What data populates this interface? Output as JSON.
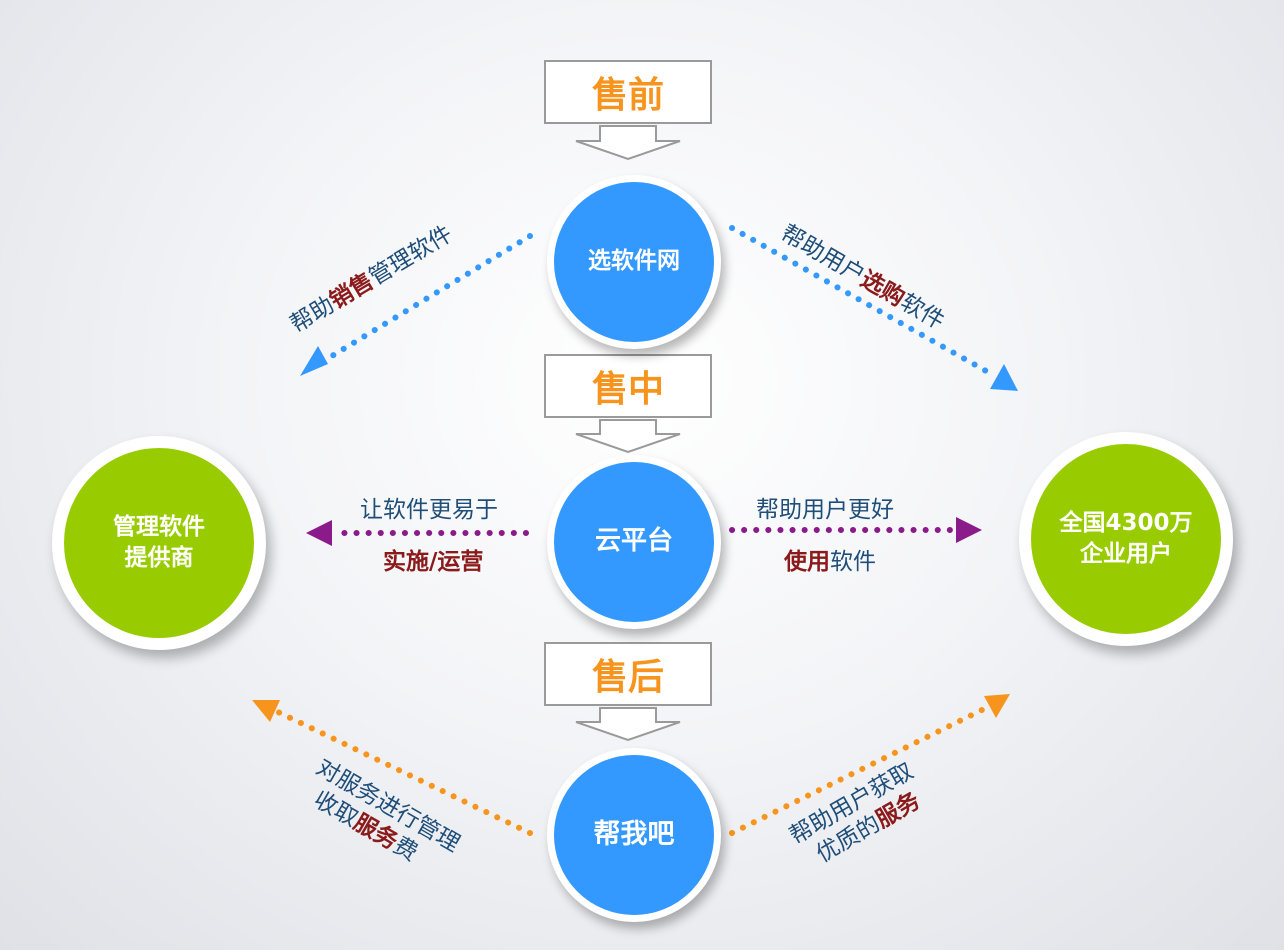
{
  "stages": {
    "pre": "售前",
    "mid": "售中",
    "post": "售后"
  },
  "platforms": {
    "top": "选软件网",
    "middle": "云平台",
    "bottom": "帮我吧"
  },
  "parties": {
    "provider": "管理软件\n提供商",
    "users": "全国4300万\n企业用户"
  },
  "links": {
    "top_left": {
      "pre": "帮助",
      "hl": "销售",
      "post": "管理软件"
    },
    "top_right": {
      "pre": "帮助用户",
      "hl": "选购",
      "post": "软件"
    },
    "mid_left": {
      "line1": "让软件更易于",
      "hl": "实施/运营"
    },
    "mid_right": {
      "line1": "帮助用户更好",
      "hl": "使用",
      "post": "软件"
    },
    "bottom_left": {
      "line1": "对服务进行管理",
      "pre": "收取",
      "hl": "服务",
      "post": "费"
    },
    "bottom_right": {
      "line1": "帮助用户获取",
      "pre": "优质的",
      "hl": "服务"
    }
  },
  "colors": {
    "stage_text": "#f7941d",
    "platform_fill": "#3399ff",
    "party_fill": "#99cc00",
    "top_arrows": "#3399ff",
    "mid_arrows": "#8b1a8b",
    "bottom_arrows": "#f7941d",
    "highlight_text": "#8b1a1a",
    "label_text": "#1f4e79"
  }
}
